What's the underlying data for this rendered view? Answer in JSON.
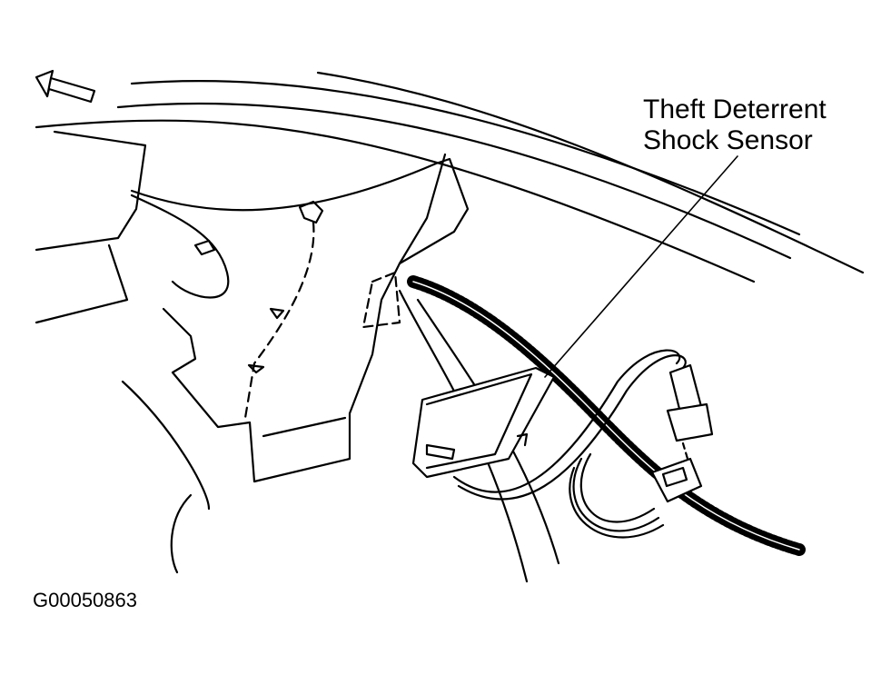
{
  "callout": {
    "line1": "Theft Deterrent",
    "line2": "Shock Sensor"
  },
  "figure_id": "G00050863"
}
